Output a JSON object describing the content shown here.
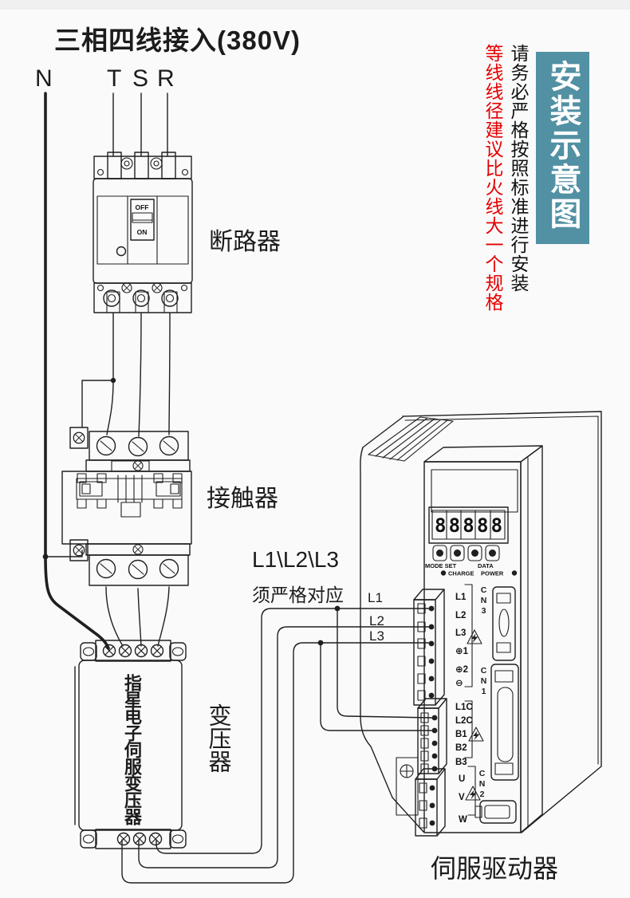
{
  "title": "三相四线接入(380V)",
  "phase_labels": {
    "n": "N",
    "t": "T",
    "s": "S",
    "r": "R"
  },
  "breaker": {
    "label": "断路器",
    "off": "OFF",
    "on": "ON"
  },
  "contactor": {
    "label": "接触器"
  },
  "transformer": {
    "label": "变压器",
    "name": "指星电子伺服变压器"
  },
  "servo": {
    "label": "伺服驱动器",
    "display": "88888",
    "btn_mode_set": "MODE SET",
    "btn_data": "DATA",
    "led_charge": "CHARGE",
    "led_power": "POWER",
    "main_terminals": [
      "L1",
      "L2",
      "L3",
      "⊕1",
      "⊕2",
      "⊖"
    ],
    "control_terminals": [
      "L1C",
      "L2C",
      "B1",
      "B2",
      "B3"
    ],
    "motor_terminals": [
      "U",
      "V",
      "W"
    ],
    "connectors": [
      "CN3",
      "CN1",
      "CN2"
    ]
  },
  "wires": {
    "l1": "L1",
    "l2": "L2",
    "l3": "L3"
  },
  "notes": {
    "match_line1": "L1\\L2\\L3",
    "match_line2": "须严格对应",
    "red": "等线线径建议比火线大一个规格",
    "caution": "请务必严格按照标准进行安装",
    "badge": "安装示意图"
  },
  "colors": {
    "badge_bg": "#5290a3",
    "red_text": "#e60000",
    "line": "#1f1f1f"
  }
}
